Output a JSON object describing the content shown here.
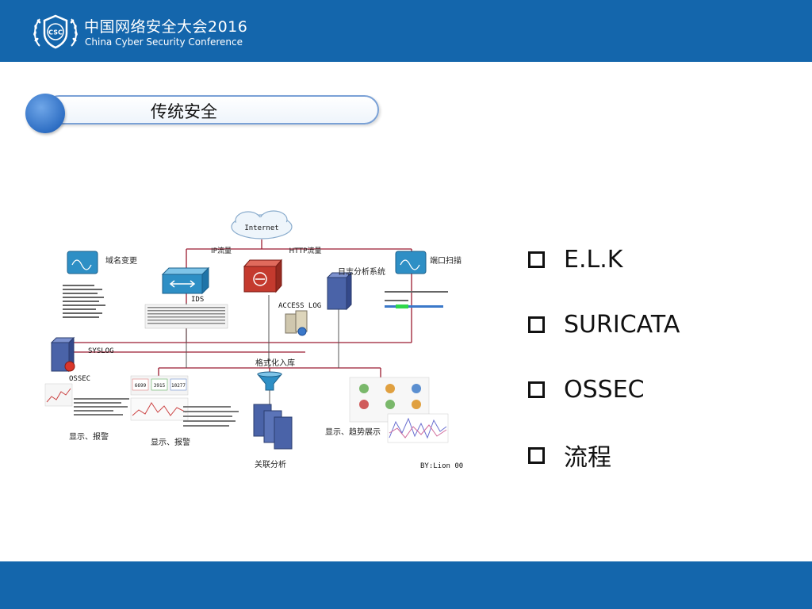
{
  "header": {
    "title_cn": "中国网络安全大会2016",
    "title_en": "China Cyber Security Conference",
    "logo_text": "CSC"
  },
  "section": {
    "title": "传统安全"
  },
  "diagram": {
    "internet": "Internet",
    "flow_left": "IP流量",
    "flow_right": "HTTP流量",
    "domain_change": "域名变更",
    "port_scan": "端口扫描",
    "log_system": "日志分析系统",
    "ids": "IDS",
    "access_log": "ACCESS  LOG",
    "syslog": "SYSLOG",
    "ossec": "OSSEC",
    "format_store": "格式化入库",
    "display_alert_1": "显示、报警",
    "display_alert_2": "显示、报警",
    "display_trend": "显示、趋势展示",
    "correlation": "关联分析",
    "byline": "BY:Lion 00",
    "kpi": [
      "6699",
      "3915",
      "10277"
    ]
  },
  "bullets": [
    "E.L.K",
    "SURICATA",
    "OSSEC",
    "流程"
  ],
  "colors": {
    "brand_blue": "#1466ac",
    "line_red": "#9b1b30",
    "pill_border": "#7aa1d6"
  }
}
